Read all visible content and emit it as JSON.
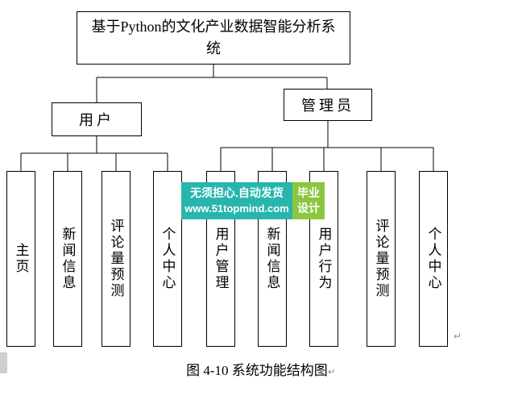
{
  "root_box": {
    "title": "基于Python的文化产业数据智能分析系统"
  },
  "branch_boxes": {
    "user": {
      "label": "用户"
    },
    "admin": {
      "label": "管理员"
    }
  },
  "leaves": [
    {
      "label": "主页"
    },
    {
      "label": "新闻信息"
    },
    {
      "label": "评论量预测"
    },
    {
      "label": "个人中心"
    },
    {
      "label": "用户管理"
    },
    {
      "label": "新闻信息"
    },
    {
      "label": "用户行为"
    },
    {
      "label": "评论量预测"
    },
    {
      "label": "个人中心"
    }
  ],
  "watermark": {
    "line1": "无须担心.自动发货",
    "line2": "www.51topmind.com",
    "badge": "毕业设计",
    "colors": {
      "background": "#27b5ad",
      "badge_background": "#8cc63e",
      "text": "#ffffff"
    }
  },
  "caption": {
    "text": "图 4-10 系统功能结构图"
  },
  "marks": {
    "return_mark": "↵"
  },
  "diagram": {
    "line_color": "#000000",
    "background": "#ffffff"
  }
}
